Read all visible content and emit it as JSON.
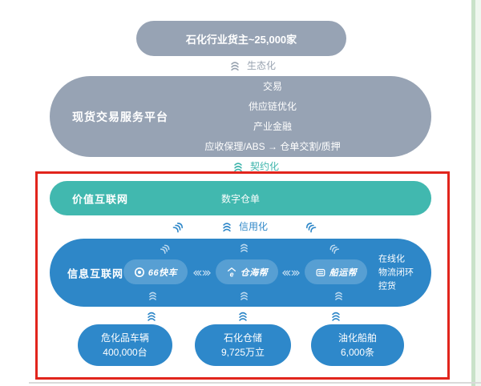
{
  "palette": {
    "gray_blue": "#97a3b4",
    "teal": "#41b8af",
    "blue": "#2e87c8",
    "pill_blue": "#2e88ca",
    "red_border": "#e1251c",
    "label_gray": "#98a3b0",
    "edge_green": "#c9e2c9"
  },
  "top_pill": {
    "label": "石化行业货主~25,000家"
  },
  "connectors": {
    "eco": "生态化",
    "contract": "契约化",
    "credit": "信用化"
  },
  "platform": {
    "title": "现货交易服务平台",
    "items": [
      "交易",
      "供应链优化",
      "产业金融",
      "应收保理/ABS → 仓单交割/质押"
    ]
  },
  "value_internet": {
    "title": "价值互联网",
    "content": "数字仓单"
  },
  "info_internet": {
    "title": "信息互联网",
    "logos": [
      {
        "name": "66快车",
        "icon": "circle-target-icon"
      },
      {
        "name": "仓海帮",
        "icon": "e-roof-icon"
      },
      {
        "name": "船运帮",
        "icon": "ship-card-icon"
      }
    ],
    "side_note": [
      "在线化",
      "物流闭环",
      "控货"
    ]
  },
  "resources": [
    {
      "line1": "危化品车辆",
      "line2": "400,000台"
    },
    {
      "line1": "石化仓储",
      "line2": "9,725万立"
    },
    {
      "line1": "油化船舶",
      "line2": "6,000条"
    }
  ]
}
